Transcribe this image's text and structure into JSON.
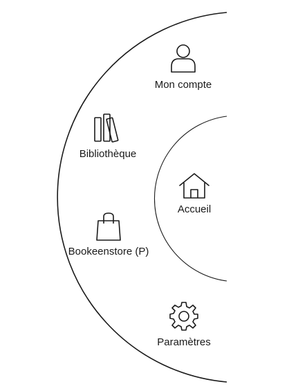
{
  "menu": {
    "items": [
      {
        "id": "account",
        "label": "Mon compte",
        "icon": "user-icon"
      },
      {
        "id": "library",
        "label": "Bibliothèque",
        "icon": "books-icon"
      },
      {
        "id": "home",
        "label": "Accueil",
        "icon": "home-icon"
      },
      {
        "id": "store",
        "label": "Bookeenstore (P)",
        "icon": "shopping-bag-icon"
      },
      {
        "id": "settings",
        "label": "Paramètres",
        "icon": "gear-icon"
      }
    ]
  },
  "colors": {
    "stroke": "#1a1a1a",
    "background": "#ffffff"
  }
}
